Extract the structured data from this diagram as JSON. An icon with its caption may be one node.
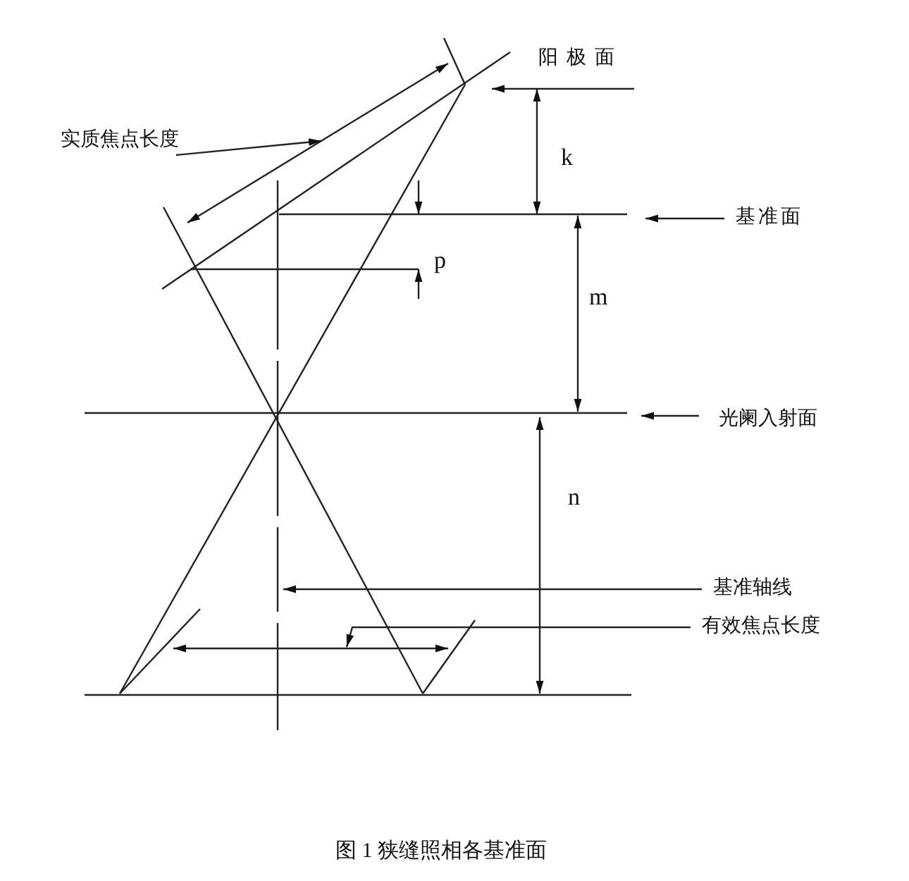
{
  "diagram": {
    "caption": "图 1 狭缝照相各基准面",
    "nodes": [
      {
        "text": [
          "阳极面"
        ]
      },
      {
        "text": [
          "实质焦点长度"
        ]
      },
      {
        "text": [
          "基准面"
        ]
      },
      {
        "text": [
          "光阑入射面"
        ]
      },
      {
        "text": [
          "基准轴线"
        ]
      },
      {
        "text": [
          "有效焦点长度"
        ]
      }
    ],
    "edges": [
      {
        "from": 0,
        "to": null,
        "arrow": "to"
      },
      {
        "from": 1,
        "to": null,
        "arrow": "to"
      },
      {
        "from": 2,
        "to": null,
        "arrow": "to"
      },
      {
        "from": 3,
        "to": null,
        "arrow": "to"
      },
      {
        "from": 4,
        "to": null,
        "arrow": "to"
      },
      {
        "from": 5,
        "to": null,
        "arrow": "to"
      }
    ],
    "labels": [
      "k",
      "p",
      "m",
      "n"
    ]
  }
}
